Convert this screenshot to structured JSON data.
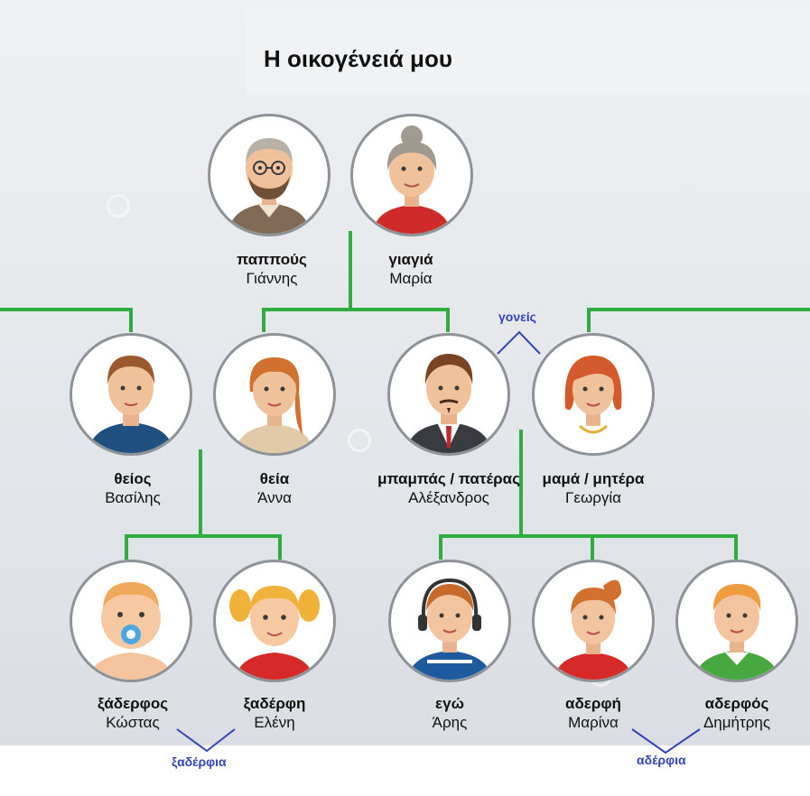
{
  "title": "Η οικογένειά μου",
  "members": {
    "grandpa": {
      "role": "παππούς",
      "name": "Γιάννης"
    },
    "grandma": {
      "role": "γιαγιά",
      "name": "Μαρία"
    },
    "uncle": {
      "role": "θείος",
      "name": "Βασίλης"
    },
    "aunt": {
      "role": "θεία",
      "name": "Άννα"
    },
    "dad": {
      "role": "μπαμπάς / πατέρας",
      "name": "Αλέξανδρος"
    },
    "mom": {
      "role": "μαμά / μητέρα",
      "name": "Γεωργία"
    },
    "cousin_boy": {
      "role": "ξάδερφος",
      "name": "Κώστας"
    },
    "cousin_girl": {
      "role": "ξαδέρφη",
      "name": "Ελένη"
    },
    "me": {
      "role": "εγώ",
      "name": "Άρης"
    },
    "sister": {
      "role": "αδερφή",
      "name": "Μαρίνα"
    },
    "brother": {
      "role": "αδερφός",
      "name": "Δημήτρης"
    }
  },
  "groups": {
    "parents": "γονείς",
    "cousins": "ξαδέρφια",
    "siblings": "αδέρφια"
  },
  "colors": {
    "tree_line": "#2fae3f",
    "group_label": "#3344bb",
    "avatar_border": "#8e9398"
  }
}
